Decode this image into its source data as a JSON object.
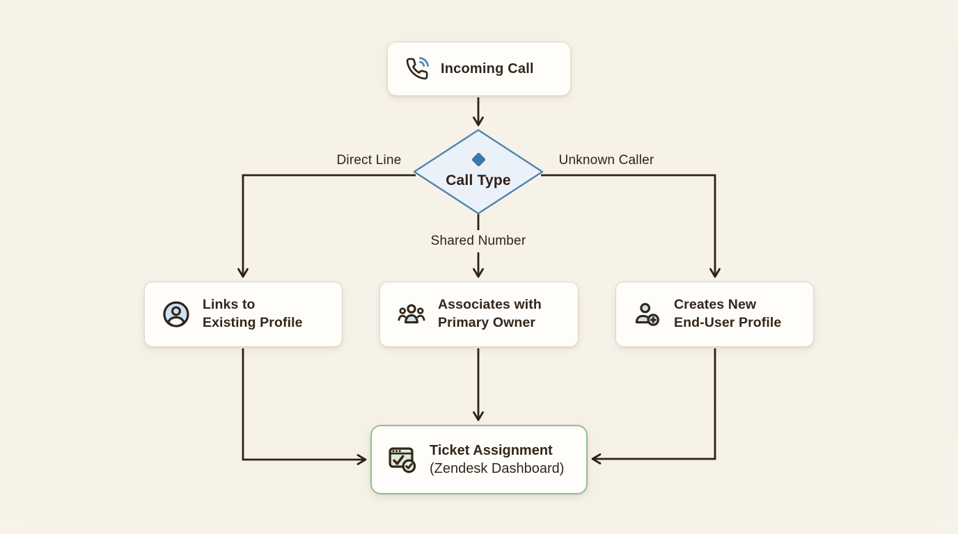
{
  "colors": {
    "background": "#f6f1e6",
    "connector_line": "#2e2115",
    "text": "#33261a",
    "node_background": "#fefdfa",
    "node_border": "#e0d9c9",
    "diamond_fill": "#eaf1f8",
    "diamond_border": "#4e84af",
    "diamond_glyph": "#3f77a6",
    "accent_blue": "#4d82ad",
    "success_green_border": "#93be93",
    "icon_blue_fill": "#cfe0f2",
    "icon_green_fill": "#dcead8",
    "icon_stroke": "#322619"
  },
  "nodes": {
    "incoming_call": {
      "label": "Incoming Call",
      "icon": "phone-call-icon"
    },
    "call_type": {
      "label": "Call Type",
      "icon": "diamond-icon"
    },
    "links_existing_profile": {
      "line1": "Links to",
      "line2": "Existing Profile",
      "icon": "user-circle-icon"
    },
    "associates_primary_owner": {
      "line1": "Associates with",
      "line2": "Primary Owner",
      "icon": "users-group-icon"
    },
    "creates_new_profile": {
      "line1": "Creates New",
      "line2": "End-User Profile",
      "icon": "user-plus-icon"
    },
    "ticket_assignment": {
      "line1": "Ticket Assignment",
      "line2": "(Zendesk Dashboard)",
      "icon": "browser-check-icon"
    }
  },
  "edge_labels": {
    "direct_line": "Direct Line",
    "shared_number": "Shared Number",
    "unknown_caller": "Unknown Caller"
  }
}
